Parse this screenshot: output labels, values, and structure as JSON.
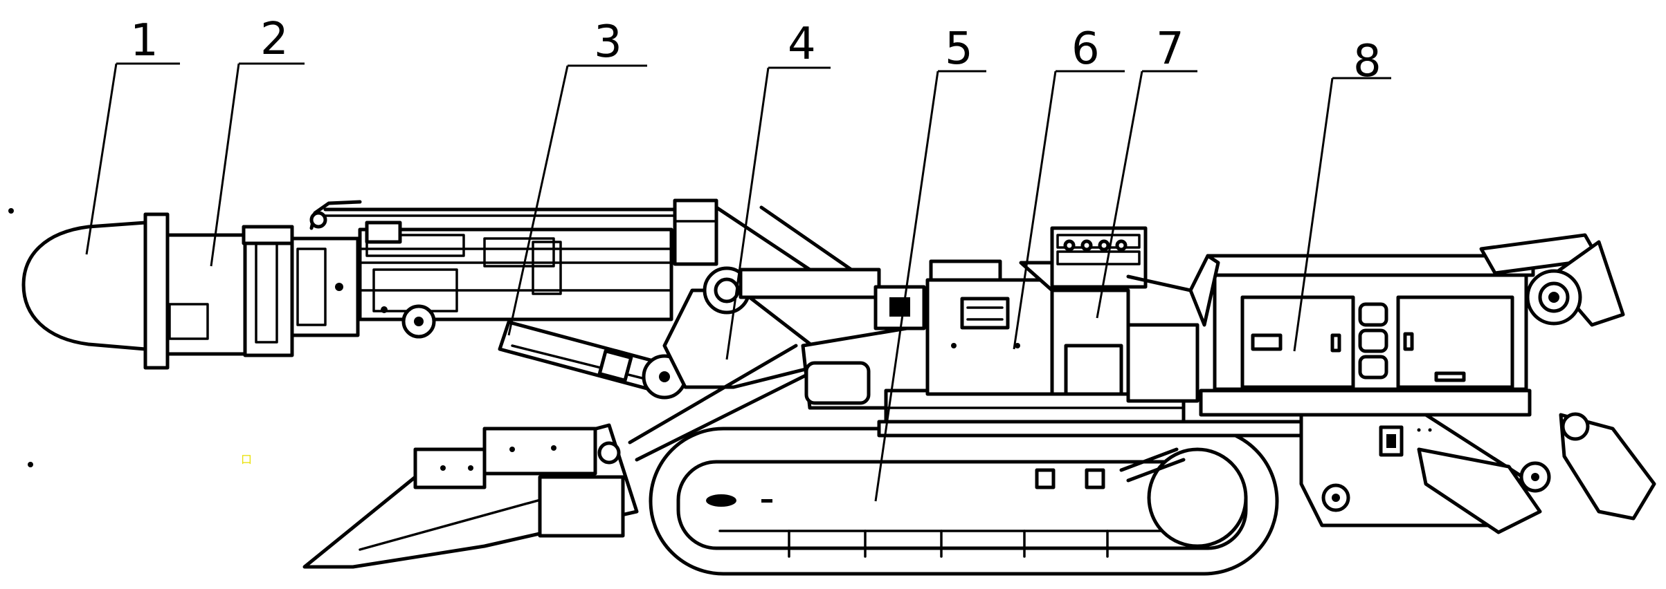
{
  "figure": {
    "callouts": [
      {
        "id": "c1",
        "label": "1"
      },
      {
        "id": "c2",
        "label": "2"
      },
      {
        "id": "c3",
        "label": "3"
      },
      {
        "id": "c4",
        "label": "4"
      },
      {
        "id": "c5",
        "label": "5"
      },
      {
        "id": "c6",
        "label": "6"
      },
      {
        "id": "c7",
        "label": "7"
      },
      {
        "id": "c8",
        "label": "8"
      }
    ],
    "stray_mark": "口"
  }
}
